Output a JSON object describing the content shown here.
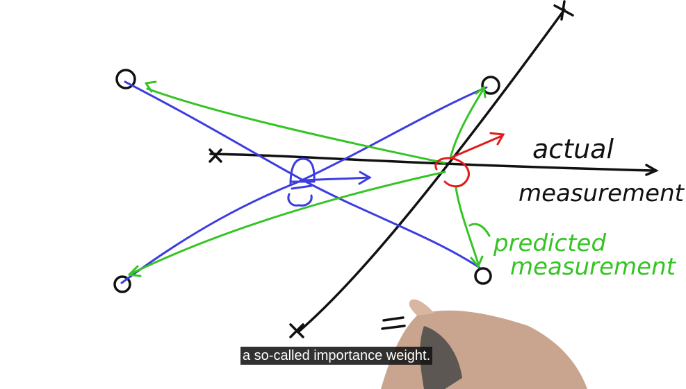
{
  "video": {
    "caption": "a so-called importance weight."
  },
  "whiteboard": {
    "label_actual": "actual",
    "label_actual_measurement": "measurement",
    "label_predicted": "predicted",
    "label_predicted_measurement": "measurement",
    "colors": {
      "ink_black": "#111111",
      "ink_blue": "#3c3ce0",
      "ink_green": "#35c424",
      "ink_red": "#e21b1b",
      "hand_skin": "#c9a48e"
    }
  }
}
